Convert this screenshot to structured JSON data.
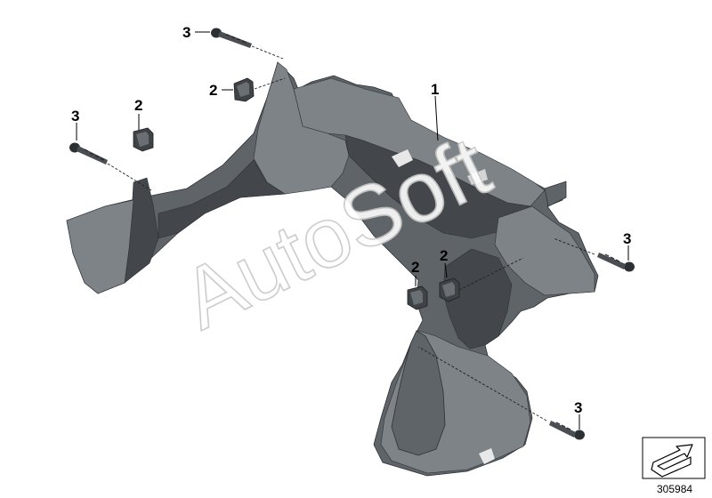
{
  "diagram": {
    "callouts": {
      "frame": "1",
      "clip_a": "2",
      "clip_b": "2",
      "clip_c": "2",
      "clip_d": "2",
      "screw_a": "3",
      "screw_b": "3",
      "screw_c": "3",
      "screw_d": "3"
    },
    "watermark": "AutoSoft",
    "catalog_number": "305984",
    "colors": {
      "part": "#5f6468",
      "part_dark": "#43474b",
      "part_light": "#7d8387",
      "outline": "#2e3134"
    }
  }
}
